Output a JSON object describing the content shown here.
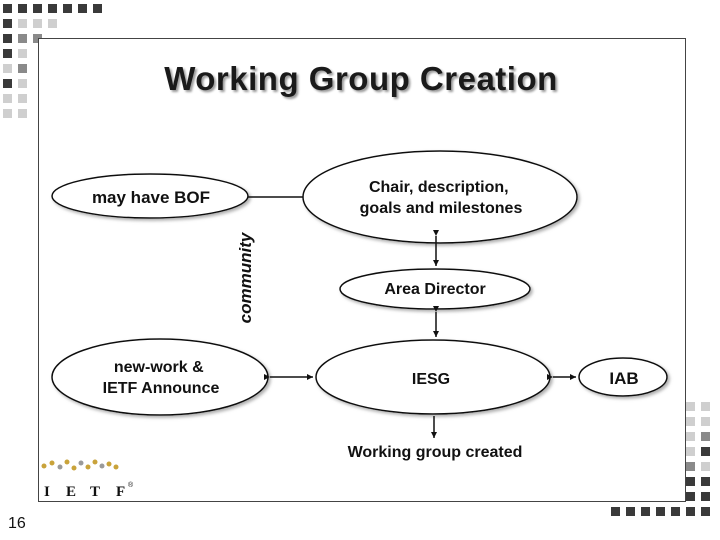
{
  "slide": {
    "title": "Working Group Creation",
    "page_number": "16"
  },
  "diagram": {
    "nodes": {
      "bof": "may have BOF",
      "chair": [
        "Chair, description,",
        "goals and milestones"
      ],
      "area_director": "Area Director",
      "new_work": [
        "new-work &",
        "IETF Announce"
      ],
      "iesg": "IESG",
      "iab": "IAB"
    },
    "community_label": "community",
    "result_label": "Working group created"
  },
  "logo": {
    "letters": [
      "I",
      "E",
      "T",
      "F"
    ],
    "mark": "®"
  },
  "colors": {
    "squares_dark": "#3a3a3a",
    "squares_mid": "#8a8a8a",
    "squares_light": "#cfcfcf",
    "logo_gold": "#c9a33a"
  }
}
